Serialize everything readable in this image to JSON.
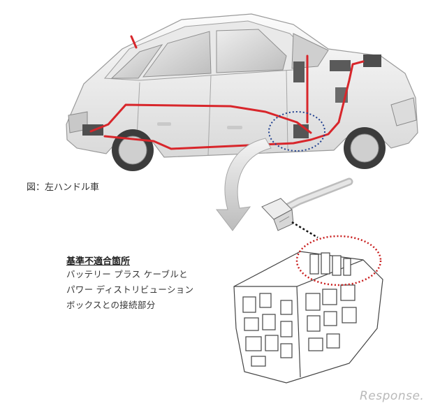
{
  "figure": {
    "caption": "図：左ハンドル車",
    "defect_title": "基準不適合箇所",
    "defect_lines": [
      "バッテリー プラス ケーブルと",
      "パワー ディストリビューション",
      "ボックスとの接続部分"
    ]
  },
  "watermark": {
    "text": "Response."
  },
  "colors": {
    "cable": "#d8262b",
    "highlight_ring_blue": "#1f3f8f",
    "highlight_ring_red": "#c81e1e",
    "arrow_gray": "#c9c9c9"
  }
}
